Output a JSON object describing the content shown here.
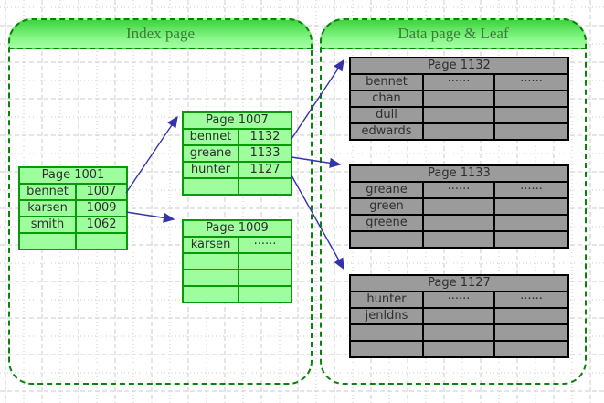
{
  "index_section": {
    "title": "Index page"
  },
  "data_section": {
    "title": "Data page & Leaf"
  },
  "tables": {
    "p1001": {
      "title": "Page 1001",
      "rows": [
        [
          "bennet",
          "1007"
        ],
        [
          "karsen",
          "1009"
        ],
        [
          "smith",
          "1062"
        ],
        [
          "",
          ""
        ]
      ]
    },
    "p1007": {
      "title": "Page 1007",
      "rows": [
        [
          "bennet",
          "1132"
        ],
        [
          "greane",
          "1133"
        ],
        [
          "hunter",
          "1127"
        ],
        [
          "",
          ""
        ]
      ]
    },
    "p1009": {
      "title": "Page 1009",
      "rows": [
        [
          "karsen",
          "······"
        ],
        [
          "",
          ""
        ],
        [
          "",
          ""
        ],
        [
          "",
          ""
        ]
      ]
    },
    "p1132": {
      "title": "Page 1132",
      "rows": [
        [
          "bennet",
          "······",
          "······"
        ],
        [
          "chan",
          "",
          ""
        ],
        [
          "dull",
          "",
          ""
        ],
        [
          "edwards",
          "",
          ""
        ]
      ]
    },
    "p1133": {
      "title": "Page 1133",
      "rows": [
        [
          "greane",
          "······",
          "······"
        ],
        [
          "green",
          "",
          ""
        ],
        [
          "greene",
          "",
          ""
        ],
        [
          "",
          "",
          ""
        ]
      ]
    },
    "p1127": {
      "title": "Page 1127",
      "rows": [
        [
          "hunter",
          "······",
          "······"
        ],
        [
          "jenldns",
          "",
          ""
        ],
        [
          "",
          "",
          ""
        ],
        [
          "",
          "",
          ""
        ]
      ]
    }
  },
  "arrows": [
    {
      "from": "Page 1001 row bennet/1007",
      "to": "Page 1007"
    },
    {
      "from": "Page 1001 row karsen/1009",
      "to": "Page 1009"
    },
    {
      "from": "Page 1007 row bennet/1132",
      "to": "Page 1132"
    },
    {
      "from": "Page 1007 row greane/1133",
      "to": "Page 1133"
    },
    {
      "from": "Page 1007 row hunter/1127",
      "to": "Page 1127"
    }
  ],
  "colors": {
    "index_table_bg": "#9efe9e",
    "index_table_border": "#089a08",
    "data_table_bg": "#9b9b9b",
    "data_table_border": "#000000",
    "container_border": "#0b830b",
    "header_gradient_top": "#3ed43e",
    "header_gradient_bottom": "#a4fda4",
    "header_text": "#3c7a3c",
    "arrow": "#3333aa",
    "grid": "#cbcbcb"
  }
}
